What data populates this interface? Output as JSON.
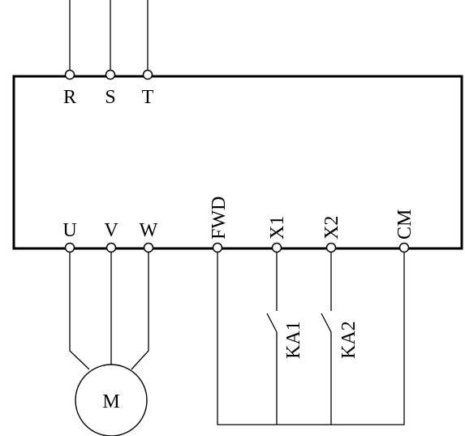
{
  "input_terminals": [
    "R",
    "S",
    "T"
  ],
  "output_terminals": [
    "U",
    "V",
    "W"
  ],
  "control_terminals": [
    "FWD",
    "X1",
    "X2",
    "CM"
  ],
  "switches": [
    "KA1",
    "KA2"
  ],
  "motor": "M"
}
